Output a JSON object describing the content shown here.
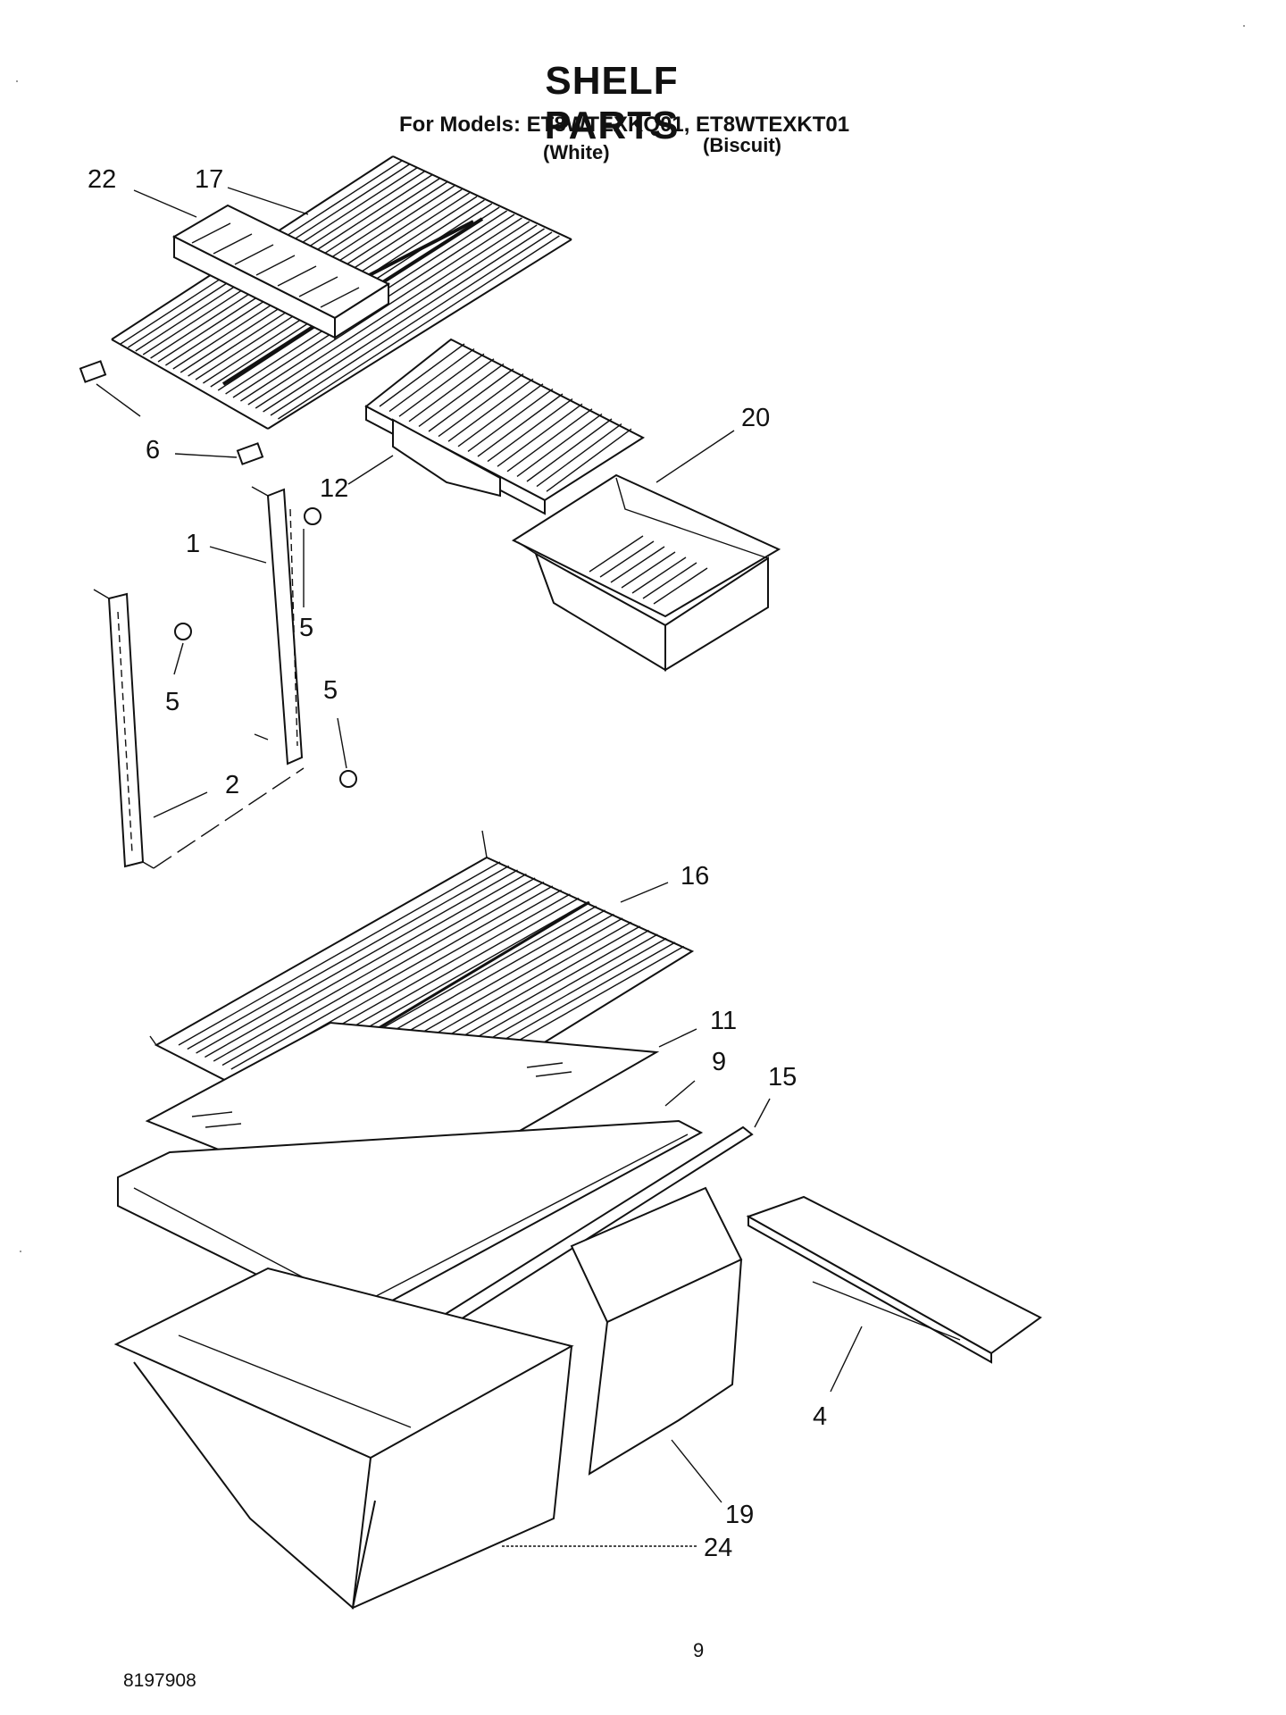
{
  "header": {
    "title": "SHELF PARTS",
    "models_line": "For Models: ET8WTEXKQ01, ET8WTEXKT01",
    "color_a": "(White)",
    "color_b": "(Biscuit)"
  },
  "callouts": {
    "c22": "22",
    "c17": "17",
    "c6": "6",
    "c12": "12",
    "c20": "20",
    "c1": "1",
    "c5a": "5",
    "c5b": "5",
    "c5c": "5",
    "c2": "2",
    "c16": "16",
    "c11": "11",
    "c9": "9",
    "c15": "15",
    "c4": "4",
    "c19": "19",
    "c24": "24"
  },
  "footer": {
    "page_number": "9",
    "doc_number": "8197908"
  }
}
